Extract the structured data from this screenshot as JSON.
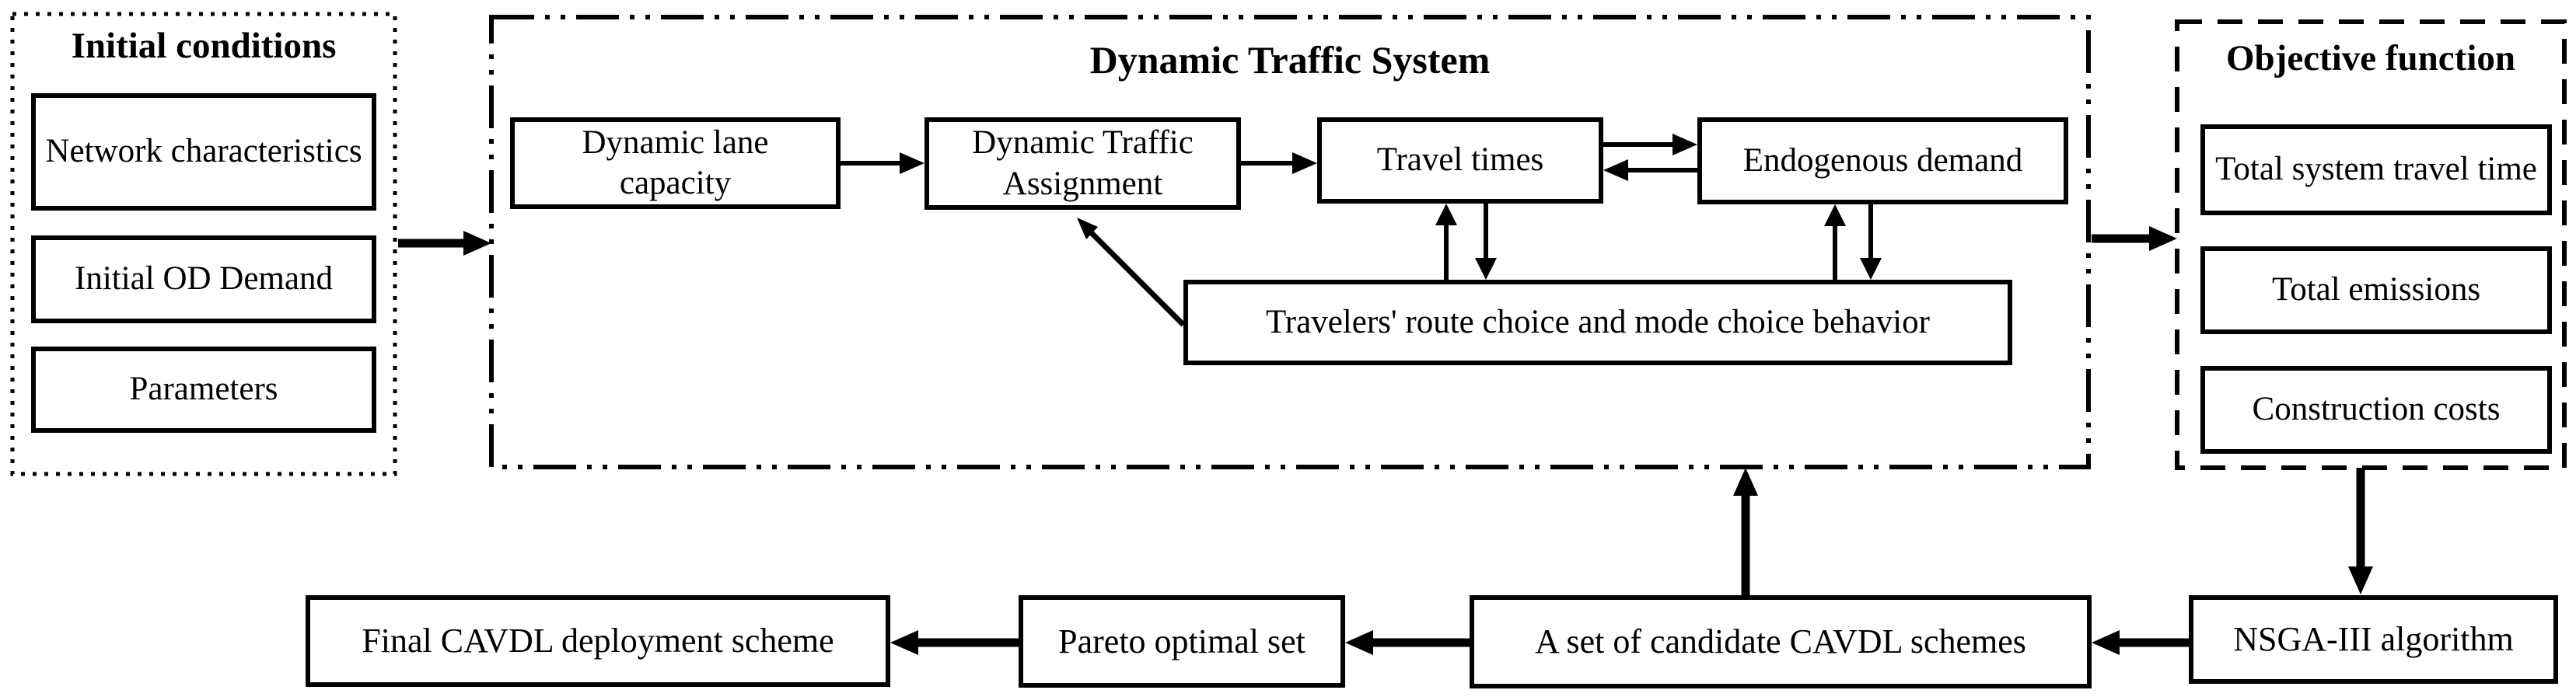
{
  "diagram": {
    "colors": {
      "stroke": "#000000",
      "background": "#ffffff"
    },
    "initial_conditions": {
      "title": "Initial conditions",
      "items": [
        "Network characteristics",
        "Initial OD Demand",
        "Parameters"
      ]
    },
    "dynamic_traffic_system": {
      "title": "Dynamic Traffic System",
      "nodes": {
        "dynamic_lane_capacity": "Dynamic lane capacity",
        "dynamic_traffic_assignment": "Dynamic Traffic Assignment",
        "travel_times": "Travel times",
        "endogenous_demand": "Endogenous demand",
        "travelers_behavior": "Travelers' route choice and mode choice behavior"
      }
    },
    "objective_function": {
      "title": "Objective function",
      "items": [
        "Total system travel time",
        "Total emissions",
        "Construction costs"
      ]
    },
    "bottom_row": {
      "final_scheme": "Final CAVDL deployment scheme",
      "pareto": "Pareto optimal set",
      "candidates": "A set of candidate CAVDL schemes",
      "nsga": "NSGA-III algorithm"
    }
  }
}
